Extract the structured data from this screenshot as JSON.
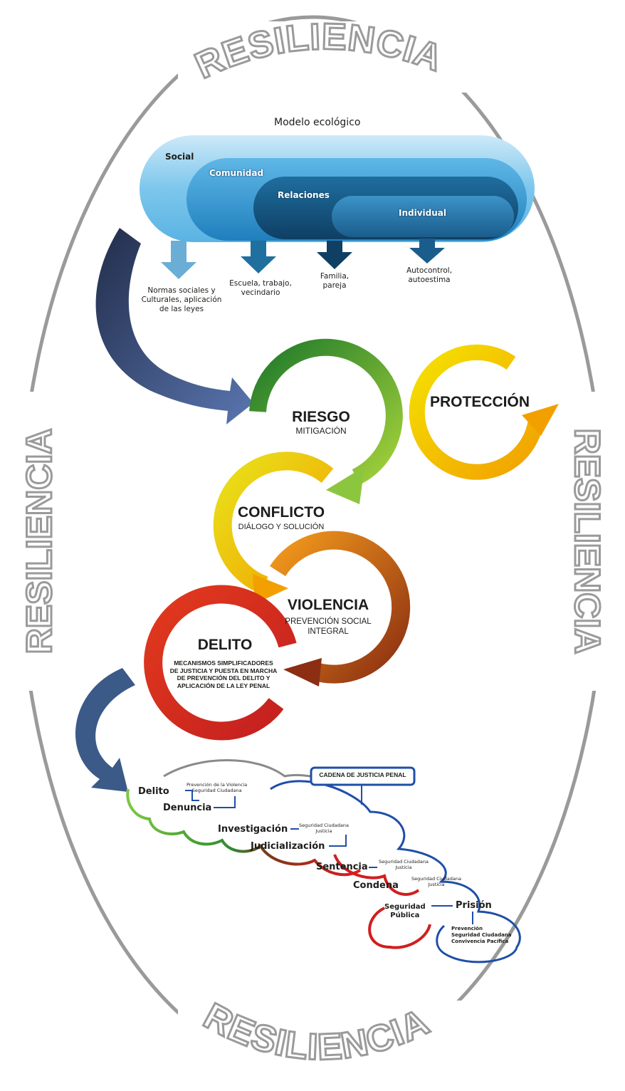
{
  "frame": {
    "resilience_top": "RESILIENCIA",
    "resilience_bottom": "RESILIENCIA",
    "resilience_left": "RESILIENCIA",
    "resilience_right": "RESILIENCIA"
  },
  "ecological_model": {
    "title": "Modelo ecológico",
    "levels": [
      {
        "label": "Social",
        "outcome": [
          "Normas sociales y",
          "Culturales, aplicación",
          "de las leyes"
        ]
      },
      {
        "label": "Comunidad",
        "outcome": [
          "Escuela, trabajo,",
          "vecindario"
        ]
      },
      {
        "label": "Relaciones",
        "outcome": [
          "Familia,",
          "pareja"
        ]
      },
      {
        "label": "Individual",
        "outcome": [
          "Autocontrol,",
          "autoestima"
        ]
      }
    ]
  },
  "cycles": {
    "riesgo": {
      "title": "RIESGO",
      "subtitle": "MITIGACIÓN"
    },
    "proteccion": {
      "title": "PROTECCIÓN"
    },
    "conflicto": {
      "title": "CONFLICTO",
      "subtitle": "DIÁLOGO Y SOLUCIÓN"
    },
    "violencia": {
      "title": "VIOLENCIA",
      "subtitle": [
        "PREVENCIÓN SOCIAL",
        "INTEGRAL"
      ]
    },
    "delito": {
      "title": "DELITO",
      "subtitle": [
        "MECANISMOS  SIMPLIFICADORES",
        "DE JUSTICIA Y PUESTA EN  MARCHA",
        "DE PREVENCIÓN DEL DELITO Y",
        "APLICACIÓN DE LA LEY PENAL"
      ]
    }
  },
  "justice_chain": {
    "title": "CADENA DE JUSTICIA PENAL",
    "steps": {
      "delito": "Delito",
      "denuncia": "Denuncia",
      "investigacion": "Investigación",
      "judicializacion": "Judicialización",
      "sentencia": "Sentencia",
      "condena": "Condena",
      "seguridad_publica": [
        "Seguridad",
        "Pública"
      ],
      "prision": "Prisión"
    },
    "notes": {
      "delito": [
        "Prevención de la Violencia",
        "Seguridad Ciudadana"
      ],
      "investigacion": [
        "Seguridad Ciudadana",
        "Justicia"
      ],
      "sentencia": [
        "Seguridad Ciudadana",
        "Justicia"
      ],
      "condena": [
        "Seguridad Ciudadana",
        "Justicia"
      ],
      "prision": [
        "Prevención",
        "Seguridad Ciudadana",
        "Convivencia Pacífica"
      ]
    }
  },
  "colors": {
    "frame": "#9a9a9a",
    "blue_dark": "#3c5a8a",
    "green": "#3c9a2f",
    "yellow": "#f2d400",
    "orange": "#e87722",
    "red": "#d7261e"
  }
}
